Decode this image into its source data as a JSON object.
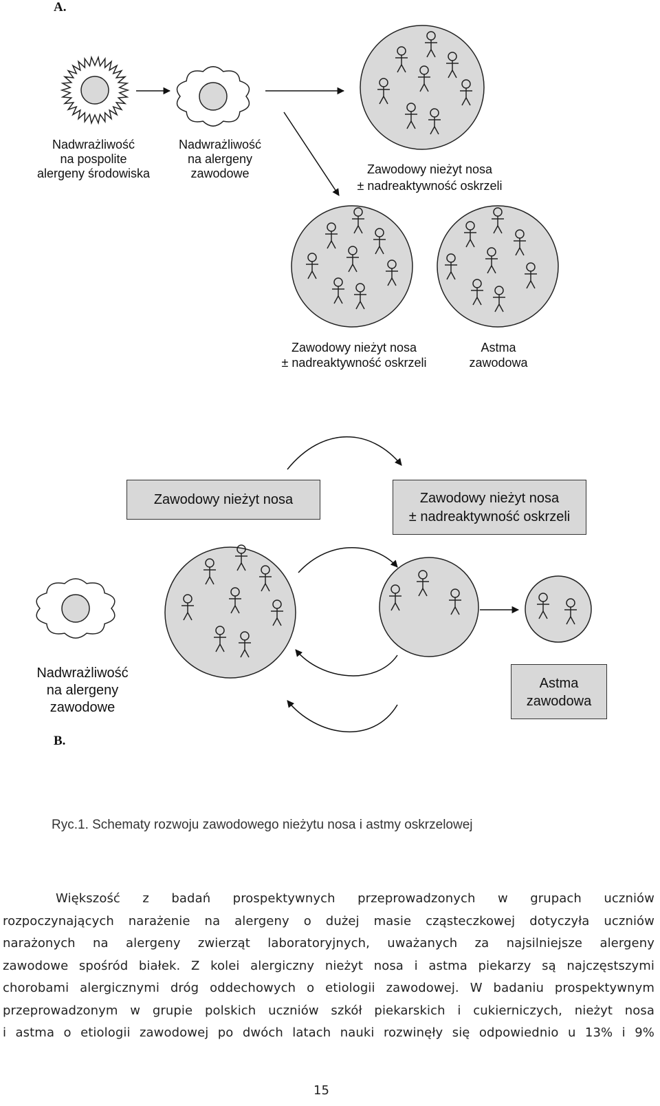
{
  "panel_a": {
    "letter": "A.",
    "label_general": [
      "Nadwrażliwość",
      "na pospolite",
      "alergeny środowiska"
    ],
    "label_occupational": [
      "Nadwrażliwość",
      "na alergeny",
      "zawodowe"
    ],
    "label_top_circle": [
      "Zawodowy nieżyt nosa",
      "± nadreaktywność oskrzeli"
    ],
    "label_bottom_left": [
      "Zawodowy nieżyt nosa",
      "± nadreaktywność oskrzeli"
    ],
    "label_bottom_right": [
      "Astma",
      "zawodowa"
    ]
  },
  "panel_b": {
    "letter": "B.",
    "box_rhinitis": "Zawodowy nieżyt nosa",
    "box_rhinitis_bhr": [
      "Zawodowy nieżyt nosa",
      "± nadreaktywność oskrzeli"
    ],
    "box_asthma": [
      "Astma",
      "zawodowa"
    ],
    "label_sensitization": [
      "Nadwrażliwość",
      "na alergeny",
      "zawodowe"
    ]
  },
  "caption": "Ryc.1. Schematy rozwoju zawodowego nieżytu nosa i astmy oskrzelowej",
  "paragraph_lines": [
    "Większość z badań prospektywnych przeprowadzonych w grupach uczniów",
    "rozpoczynających narażenie na alergeny o dużej masie cząsteczkowej dotyczyła uczniów",
    "narażonych na alergeny zwierząt laboratoryjnych, uważanych za najsilniejsze alergeny",
    "zawodowe spośród białek. Z kolei alergiczny nieżyt nosa i astma piekarzy są najczęstszymi",
    "chorobami alergicznymi dróg oddechowych o etiologii zawodowej. W badaniu prospektywnym",
    "przeprowadzonym w grupie polskich uczniów szkół piekarskich i cukierniczych, nieżyt nosa",
    "i astma o etiologii zawodowej po dwóch latach nauki rozwinęły się odpowiednio u 13% i 9%"
  ],
  "page_number": "15",
  "colors": {
    "circle_fill": "#d9d9d9",
    "box_fill": "#d8d8d8",
    "stroke": "#222222"
  }
}
